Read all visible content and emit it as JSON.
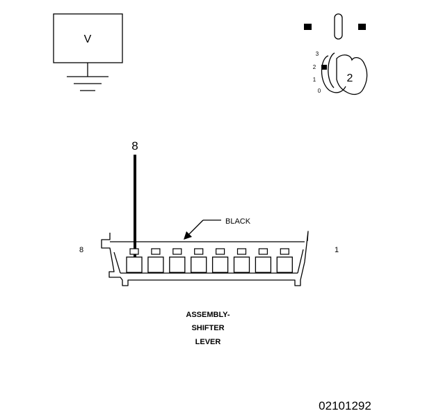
{
  "meter": {
    "symbol": "V"
  },
  "ignition": {
    "position_numbers": [
      "3",
      "2",
      "1",
      "0"
    ],
    "selected_position": "2"
  },
  "pin_callout": "8",
  "wire_color": "BLACK",
  "connector": {
    "left_pin_label": "8",
    "right_pin_label": "1",
    "cavity_count": 8
  },
  "component_name": [
    "ASSEMBLY-",
    "SHIFTER",
    "LEVER"
  ],
  "figure_id": "02101292"
}
